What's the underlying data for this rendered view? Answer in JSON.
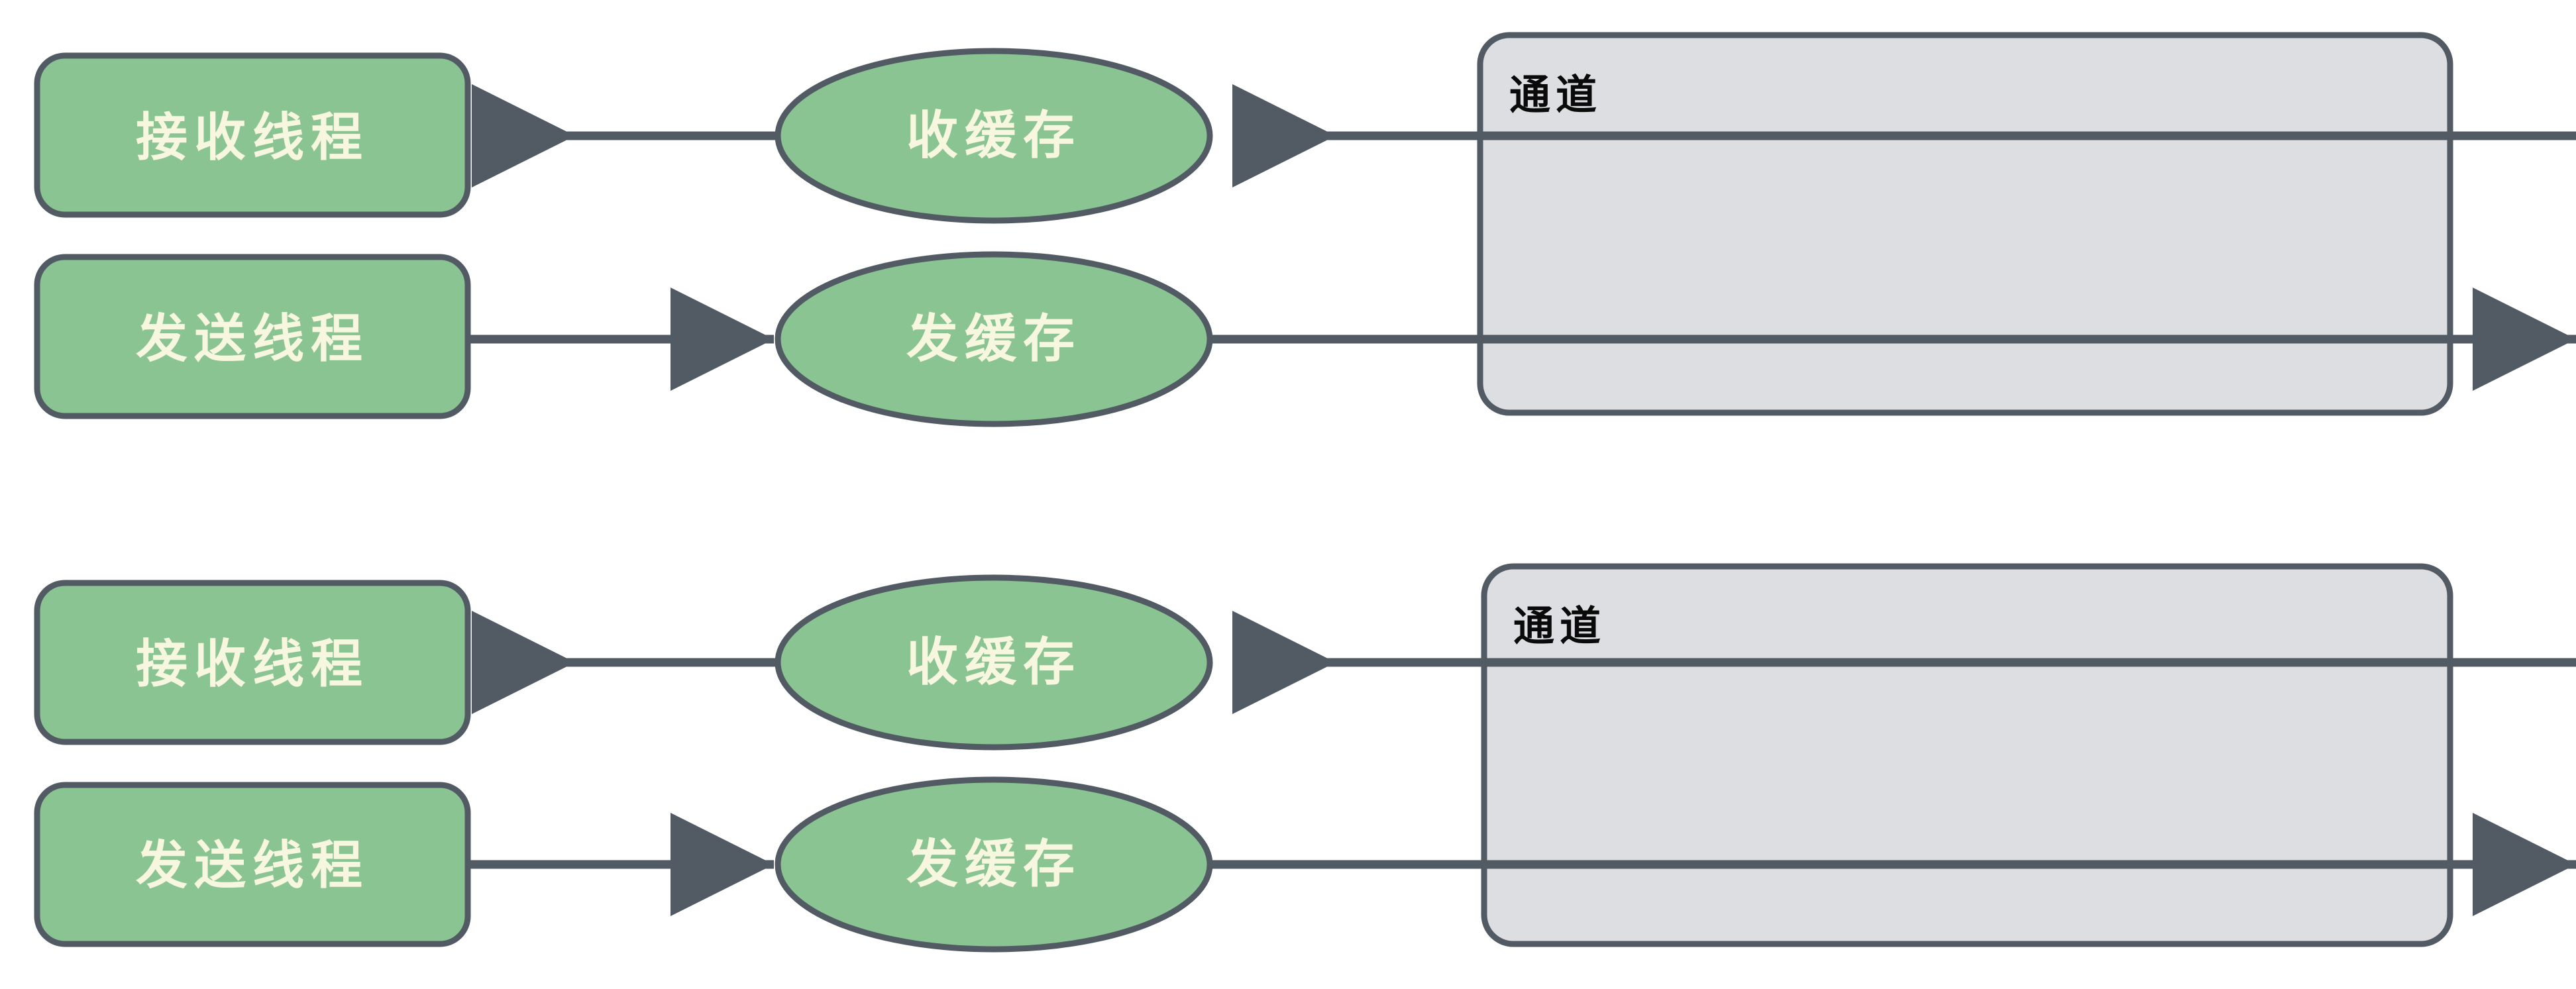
{
  "diagram": {
    "title": "",
    "background": "#ffffff",
    "colors": {
      "node_fill": "#8ac493",
      "node_stroke": "#525a64",
      "node_text": "#f7f6de",
      "channel_fill": "#dcdee1",
      "channel_stroke": "#525a64",
      "channel_text": "#0a0a0a",
      "arrow": "#525a64"
    },
    "groups": [
      {
        "id": "group-top",
        "receive_thread": "接收线程",
        "send_thread": "发送线程",
        "receive_buffer": "收缓存",
        "send_buffer": "发缓存",
        "channel": "通道"
      },
      {
        "id": "group-bottom",
        "receive_thread": "接收线程",
        "send_thread": "发送线程",
        "receive_buffer": "收缓存",
        "send_buffer": "发缓存",
        "channel": "通道"
      }
    ]
  }
}
